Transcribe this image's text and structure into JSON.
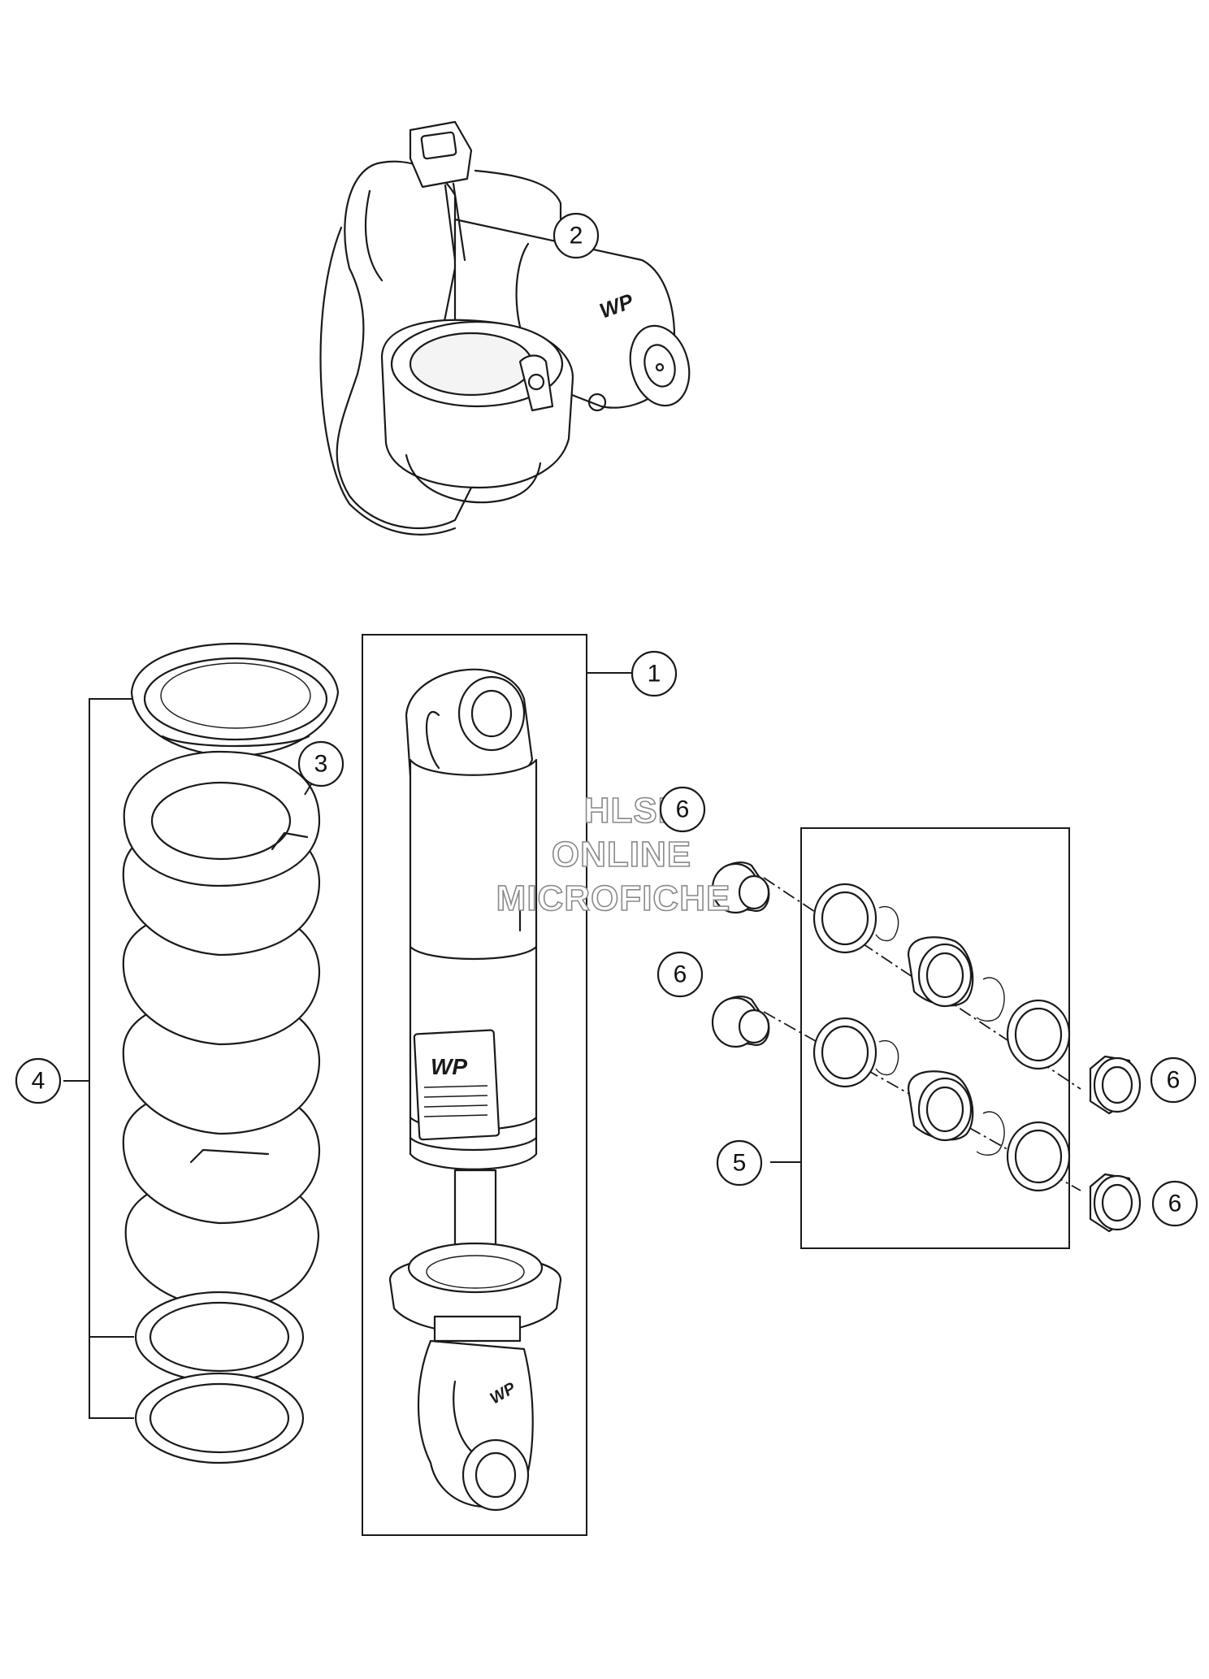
{
  "callouts": [
    {
      "id": "c1",
      "label": "1"
    },
    {
      "id": "c2",
      "label": "2"
    },
    {
      "id": "c3",
      "label": "3"
    },
    {
      "id": "c4",
      "label": "4"
    },
    {
      "id": "c5",
      "label": "5"
    },
    {
      "id": "c6a",
      "label": "6"
    },
    {
      "id": "c6b",
      "label": "6"
    },
    {
      "id": "c6c",
      "label": "6"
    },
    {
      "id": "c6d",
      "label": "6"
    }
  ],
  "watermark": {
    "line1": "HLSM",
    "line2": "ONLINE",
    "line3": "MICROFICHE"
  },
  "logos": {
    "brand_mark": "WP"
  },
  "colors": {
    "line": "#1a1a1a",
    "background": "#ffffff",
    "watermark_outline": "#8a8a8a"
  }
}
